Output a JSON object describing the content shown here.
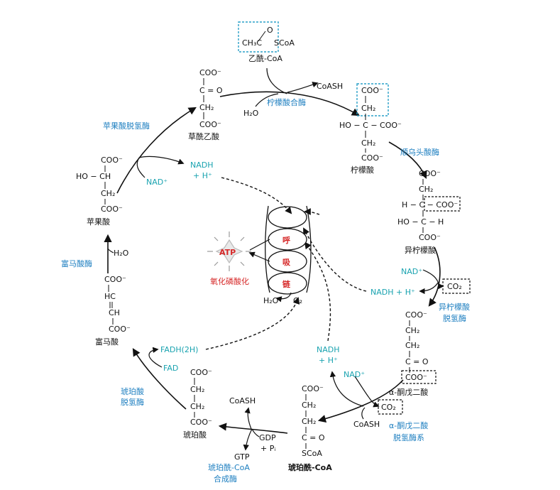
{
  "colors": {
    "enzyme": "#1e7fc0",
    "cofactor": "#1aa3b0",
    "highlight": "#d62828",
    "dashed_box_cyan": "#2aa0c8",
    "text": "#111111"
  },
  "compounds": {
    "acetyl_coa": {
      "o_label": "O",
      "formula_left": "CH₃C",
      "formula_right": "SCoA",
      "name": "乙酰-CoA"
    },
    "oxaloacetate": {
      "lines": [
        "COO⁻",
        "C = O",
        "CH₂",
        "COO⁻"
      ],
      "name": "草酰乙酸"
    },
    "citrate": {
      "lines": [
        "COO⁻",
        "CH₂",
        "HO − C − COO⁻",
        "CH₂",
        "COO⁻"
      ],
      "name": "柠檬酸"
    },
    "isocitrate": {
      "lines": [
        "COO⁻",
        "CH₂",
        "H − C − COO⁻",
        "HO − C − H",
        "COO⁻"
      ],
      "name": "异柠檬酸"
    },
    "alpha_ketoglutarate": {
      "lines": [
        "COO⁻",
        "CH₂",
        "CH₂",
        "C = O",
        "COO⁻"
      ],
      "name": "α-酮戊二酸"
    },
    "succinyl_coa": {
      "lines": [
        "COO⁻",
        "CH₂",
        "CH₂",
        "C = O",
        "SCoA"
      ],
      "name": "琥珀酰-CoA"
    },
    "succinate": {
      "lines": [
        "COO⁻",
        "CH₂",
        "CH₂",
        "COO⁻"
      ],
      "name": "琥珀酸"
    },
    "fumarate": {
      "lines": [
        "COO⁻",
        "HC",
        "CH",
        "COO⁻"
      ],
      "name": "富马酸"
    },
    "malate": {
      "lines": [
        "COO⁻",
        "HO − CH",
        "CH₂",
        "COO⁻"
      ],
      "name": "苹果酸"
    }
  },
  "enzymes": {
    "citrate_synthase": "柠檬酸合酶",
    "aconitase": "顺乌头酸酶",
    "isocitrate_dh": [
      "异柠檬酸",
      "脱氢酶"
    ],
    "akg_dh": [
      "α-酮戊二酸",
      "脱氢酶系"
    ],
    "succinyl_coa_synthetase": [
      "琥珀酰-CoA",
      "合成酶"
    ],
    "succinate_dh": [
      "琥珀酸",
      "脱氢酶"
    ],
    "fumarase": "富马酸酶",
    "malate_dh": "苹果酸脱氢酶"
  },
  "cofactors": {
    "coash_1": "CoASH",
    "h2o_1": "H₂O",
    "nad_1": "NAD⁺",
    "nadh_1": "NADH + H⁺",
    "co2_1": "CO₂",
    "nad_2": "NAD⁺",
    "coash_2": "CoASH",
    "co2_2": "CO₂",
    "nadh_2": [
      "NADH",
      "+ H⁺"
    ],
    "gdp": [
      "GDP",
      "+ Pᵢ"
    ],
    "gtp": "GTP",
    "coash_3": "CoASH",
    "fad": "FAD",
    "fadh": "FADH(2H)",
    "h2o_2": "H₂O",
    "nad_3": "NAD⁺",
    "nadh_3": [
      "NADH",
      "+ H⁺"
    ]
  },
  "respiratory_chain": {
    "chars": [
      "呼",
      "吸",
      "链"
    ],
    "atp": "ATP",
    "oxphos": "氧化磷酸化",
    "h2o": "H₂O",
    "o2": "O₂"
  }
}
